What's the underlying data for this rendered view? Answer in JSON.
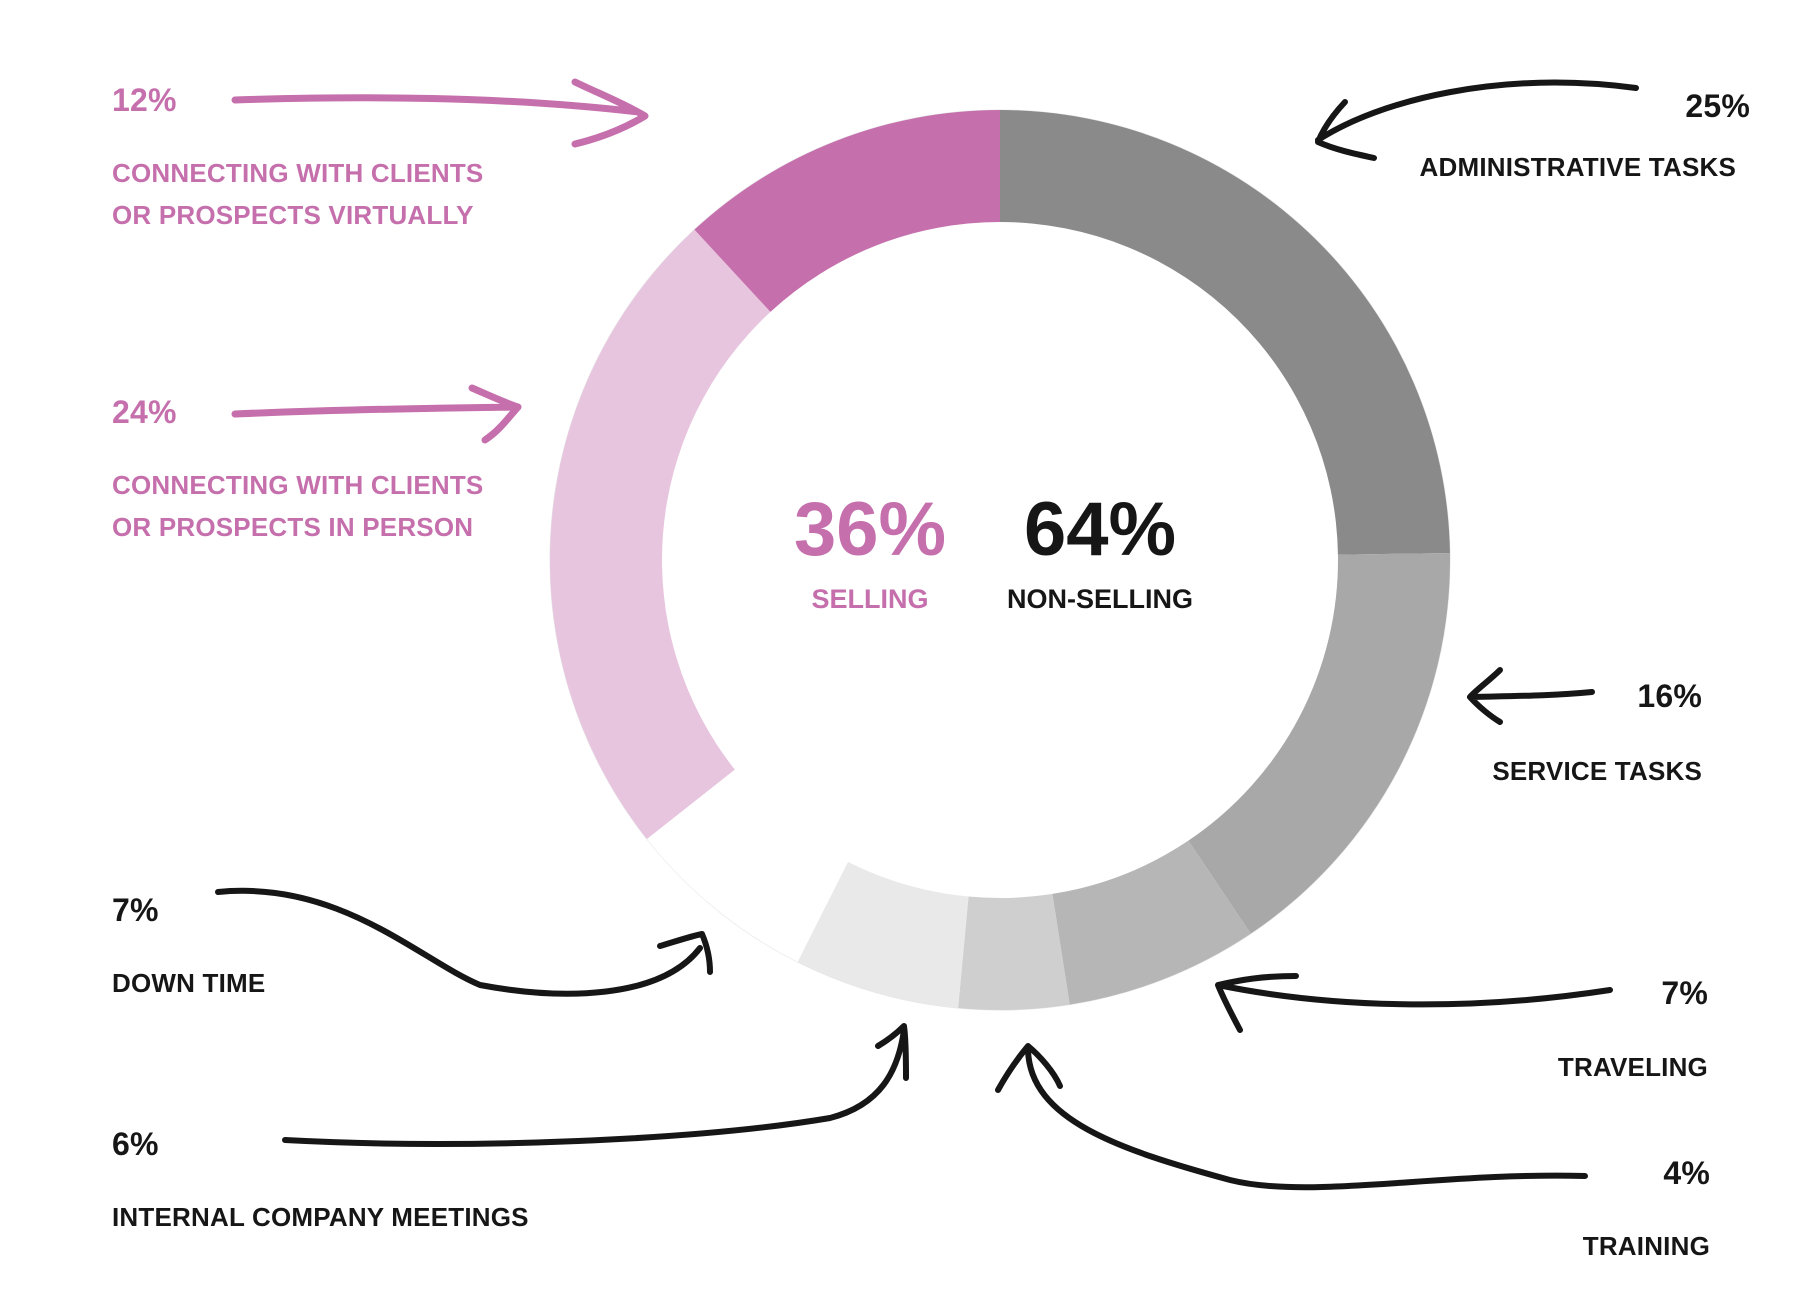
{
  "chart_data": {
    "type": "pie",
    "title": "",
    "center": {
      "selling": {
        "value": "36%",
        "label": "SELLING"
      },
      "non_selling": {
        "value": "64%",
        "label": "NON-SELLING"
      }
    },
    "slices": [
      {
        "key": "admin",
        "label": "ADMINISTRATIVE TASKS",
        "value": 25,
        "display": "25%",
        "group": "non-selling",
        "color": "#8a8a8a"
      },
      {
        "key": "service",
        "label": "SERVICE TASKS",
        "value": 16,
        "display": "16%",
        "group": "non-selling",
        "color": "#a8a8a8"
      },
      {
        "key": "traveling",
        "label": "TRAVELING",
        "value": 7,
        "display": "7%",
        "group": "non-selling",
        "color": "#b6b6b6"
      },
      {
        "key": "training",
        "label": "TRAINING",
        "value": 4,
        "display": "4%",
        "group": "non-selling",
        "color": "#cfcfcf"
      },
      {
        "key": "meetings",
        "label": "INTERNAL COMPANY MEETINGS",
        "value": 6,
        "display": "6%",
        "group": "non-selling",
        "color": "#e9e9e9"
      },
      {
        "key": "downtime",
        "label": "DOWN TIME",
        "value": 7,
        "display": "7%",
        "group": "non-selling",
        "color": "#ffffff"
      },
      {
        "key": "in_person",
        "label": "CONNECTING WITH CLIENTS OR PROSPECTS IN PERSON",
        "value": 24,
        "display": "24%",
        "group": "selling",
        "color": "#e8c5df"
      },
      {
        "key": "virtual",
        "label": "CONNECTING WITH CLIENTS OR PROSPECTS VIRTUALLY",
        "value": 12,
        "display": "12%",
        "group": "selling",
        "color": "#c56fac"
      }
    ],
    "annotations": {
      "virtual": {
        "pct": "12%",
        "line1": "CONNECTING WITH CLIENTS",
        "line2": "OR PROSPECTS VIRTUALLY"
      },
      "in_person": {
        "pct": "24%",
        "line1": "CONNECTING WITH CLIENTS",
        "line2": "OR PROSPECTS IN PERSON"
      },
      "admin": {
        "pct": "25%",
        "line1": "ADMINISTRATIVE TASKS"
      },
      "service": {
        "pct": "16%",
        "line1": "SERVICE TASKS"
      },
      "traveling": {
        "pct": "7%",
        "line1": "TRAVELING"
      },
      "training": {
        "pct": "4%",
        "line1": "TRAINING"
      },
      "meetings": {
        "pct": "6%",
        "line1": "INTERNAL COMPANY MEETINGS"
      },
      "downtime": {
        "pct": "7%",
        "line1": "DOWN TIME"
      }
    },
    "colors": {
      "selling_accent": "#c56fac",
      "text_dark": "#161616"
    },
    "legend": "none"
  }
}
